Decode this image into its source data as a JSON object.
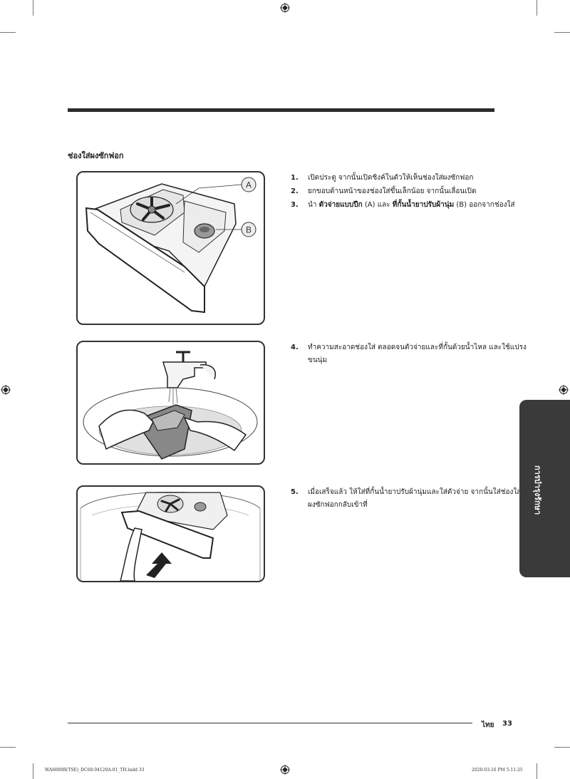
{
  "section_title": "ช่องใส่ผงซักฟอก",
  "callouts": {
    "a": "A",
    "b": "B"
  },
  "steps": [
    {
      "number": "1.",
      "text": "เปิดประตู จากนั้นเปิดชิงค์ในตัวให้เห็นช่องใส่ผงซักฟอก"
    },
    {
      "number": "2.",
      "text": "ยกขอบด้านหน้าของช่องใส่ขึ้นเล็กน้อย จากนั้นเลื่อนเปิด"
    },
    {
      "number": "3.",
      "text_prefix": "นำ",
      "bold1": "ตัวจ่ายแบบปีก",
      "mid1": "(A) และ",
      "bold2": "ที่กั้นน้ำยาปรับผ้านุ่ม",
      "suffix": "(B) ออกจากช่องใส่"
    },
    {
      "number": "4.",
      "text_line1": "ทำความสะอาดช่องใส่ ตลอดจนตัวจ่ายและที่กั้นด้วยน้ำไหล และใช้แปรง",
      "text_line2": "ขนนุ่ม"
    },
    {
      "number": "5.",
      "text_line1": "เมื่อเสร็จแล้ว ให้ใส่ที่กั้นน้ำยาปรับผ้านุ่มและใส่ตัวจ่าย จากนั้นใส่ช่องใส่",
      "text_line2": "ผงซักฟอกกลับเข้าที่"
    }
  ],
  "side_tab": "การบำรุงรักษา",
  "footer": {
    "language": "ไทย",
    "page": "33",
    "file_info": "WA6000R(TSE)_DC68-04120A-01_TH.indd   33",
    "timestamp": "2020-03-16   PM 5:11:25"
  }
}
